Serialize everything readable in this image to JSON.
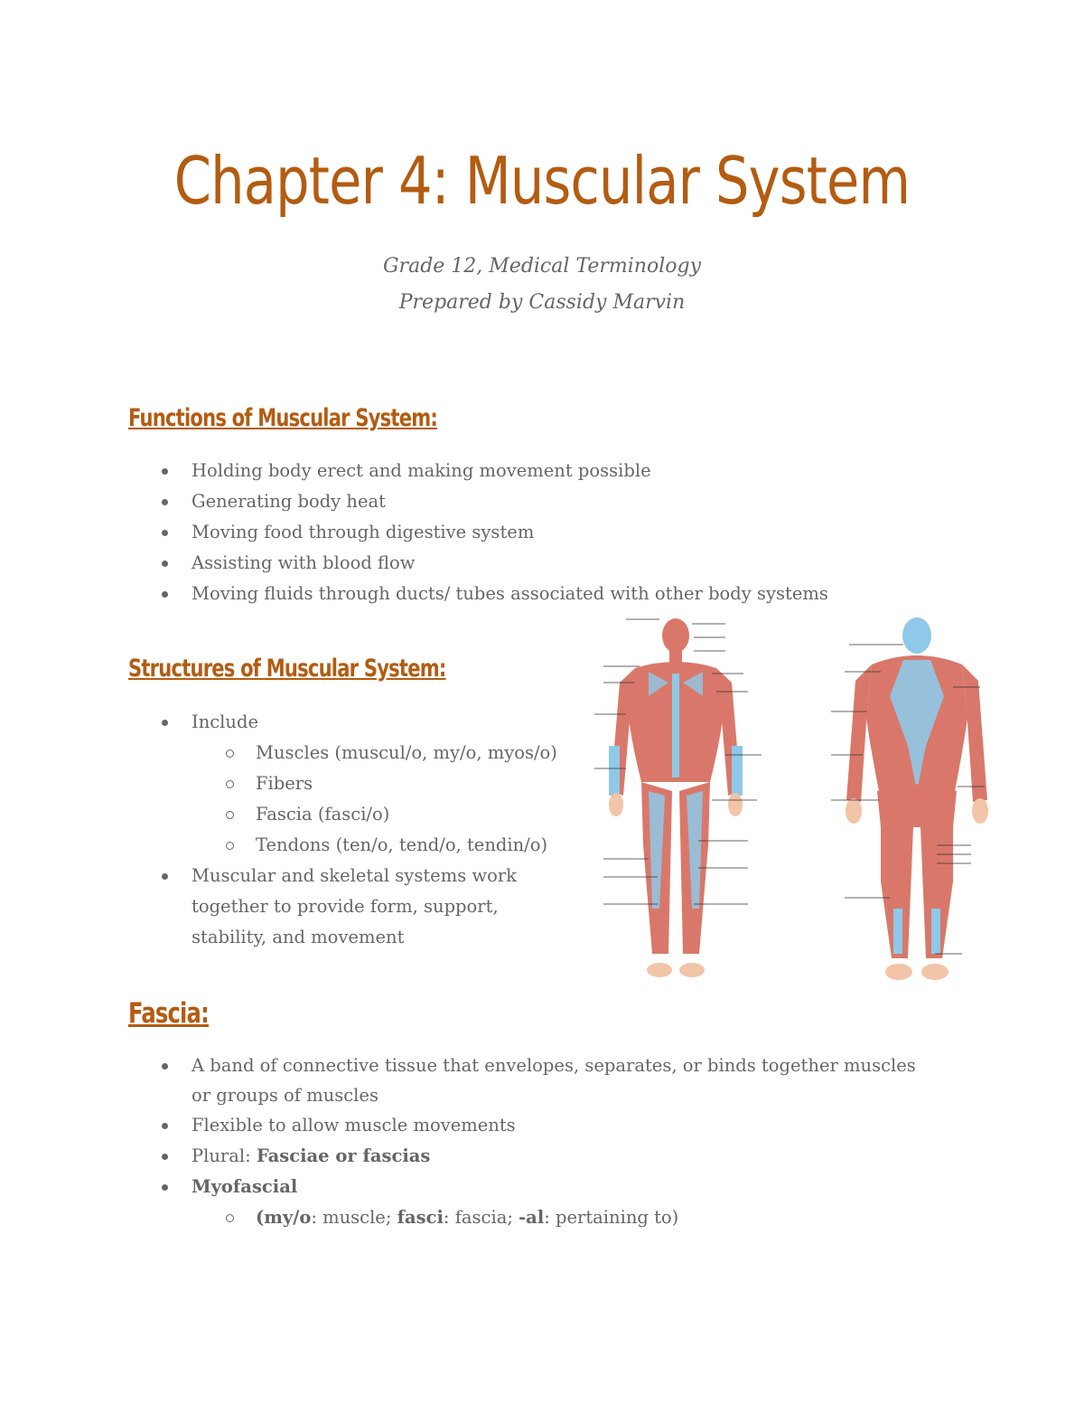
{
  "title": "Chapter 4: Muscular System",
  "subtitle_line1": "Grade 12, Medical Terminology",
  "subtitle_line2": "Prepared by Cassidy Marvin",
  "sections": {
    "functions": {
      "heading": "Functions of Muscular System:",
      "items": [
        "Holding body erect and making movement possible",
        "Generating body heat",
        "Moving food through digestive system",
        "Assisting with blood flow",
        "Moving fluids through ducts/ tubes associated with other body systems"
      ]
    },
    "structures": {
      "heading": "Structures of Muscular System:",
      "include_label": "Include",
      "sub_items": [
        "Muscles (muscul/o, my/o, myos/o)",
        "Fibers",
        "Fascia (fasci/o)",
        "Tendons (ten/o, tend/o, tendin/o)"
      ],
      "work_line1": "Muscular and skeletal systems work",
      "work_line2": "together to provide form, support,",
      "work_line3": "stability, and movement"
    },
    "fascia": {
      "heading": "Fascia:",
      "def_line1": "A band of connective tissue that envelopes, separates, or binds together muscles",
      "def_line2": "or groups of muscles",
      "flexible": "Flexible to allow muscle movements",
      "plural_label": "Plural: ",
      "plural_value": "Fasciae or fascias",
      "myofascial": "Myofascial",
      "breakdown": {
        "open": "(",
        "t1": "my/o",
        "d1": ": muscle; ",
        "t2": "fasci",
        "d2": ": fascia; ",
        "t3": "-al",
        "d3": ": pertaining to)"
      }
    }
  },
  "figure": {
    "description_icon": "anatomy-illustration",
    "muscle_color": "#d9786a",
    "tendon_color": "#8fc8e8"
  }
}
